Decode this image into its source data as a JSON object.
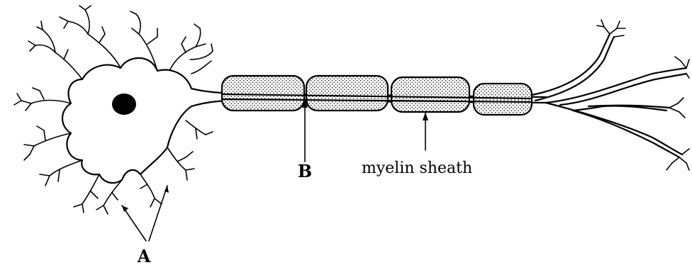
{
  "labels": {
    "a": "A",
    "b": "B",
    "myelin": "myelin sheath"
  },
  "colors": {
    "ink": "#000000",
    "background": "#ffffff"
  }
}
